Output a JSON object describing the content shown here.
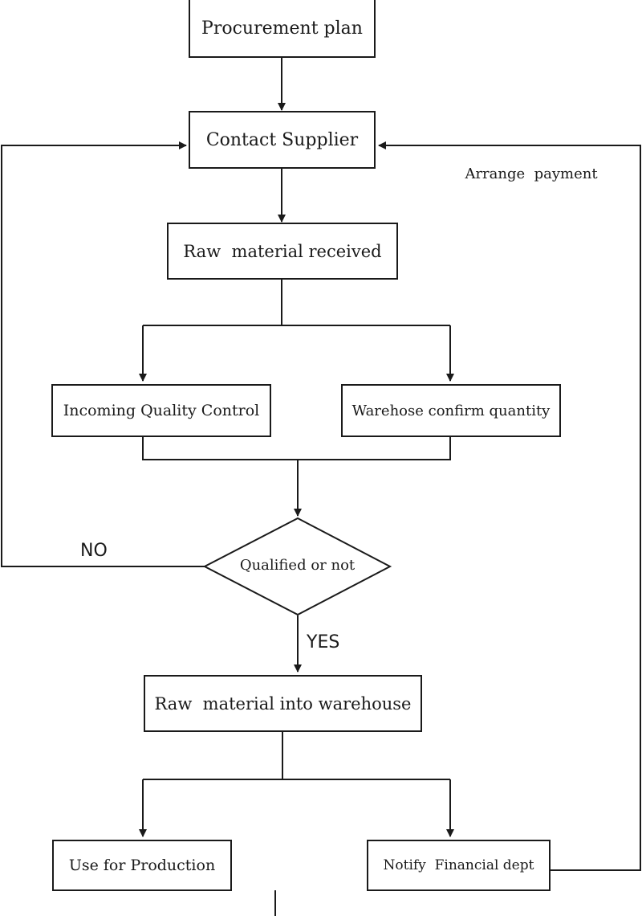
{
  "nodes": {
    "procurement_plan": "Procurement plan",
    "contact_supplier": "Contact Supplier",
    "raw_material_received": "Raw  material received",
    "incoming_qc": "Incoming Quality Control",
    "warehouse_confirm": "Warehose confirm quantity",
    "decision": "Qualified or not",
    "into_warehouse": "Raw  material into warehouse",
    "use_for_production": "Use for Production",
    "notify_financial": "Notify  Financial dept"
  },
  "edges": {
    "arrange_payment": "Arrange  payment",
    "no": "NO",
    "yes": "YES"
  },
  "colors": {
    "line": "#1a1a1a",
    "background": "#ffffff"
  }
}
